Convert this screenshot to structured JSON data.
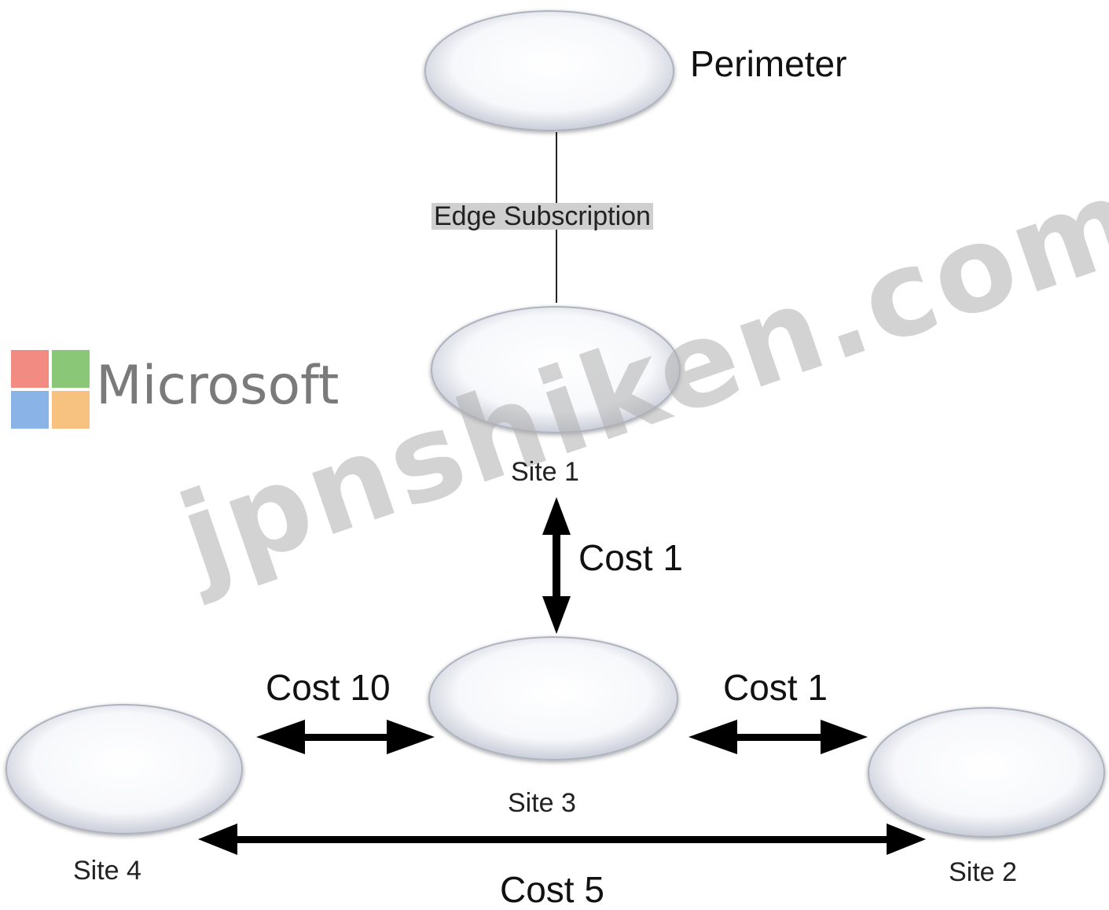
{
  "nodes": {
    "perimeter": {
      "label": "Perimeter"
    },
    "site1": {
      "label": "Site 1"
    },
    "site2": {
      "label": "Site 2"
    },
    "site3": {
      "label": "Site 3"
    },
    "site4": {
      "label": "Site 4"
    }
  },
  "links": {
    "edge_subscription": {
      "from": "perimeter",
      "to": "site1",
      "label": "Edge Subscription"
    },
    "site1_site3": {
      "from": "site1",
      "to": "site3",
      "label": "Cost 1"
    },
    "site4_site3": {
      "from": "site4",
      "to": "site3",
      "label": "Cost 10"
    },
    "site3_site2": {
      "from": "site3",
      "to": "site2",
      "label": "Cost 1"
    },
    "site4_site2": {
      "from": "site4",
      "to": "site2",
      "label": "Cost 5"
    }
  },
  "logo": {
    "text": "Microsoft",
    "colors": [
      "#f28b82",
      "#8ac776",
      "#8ab4e8",
      "#f7c17f"
    ]
  },
  "watermark": {
    "text": "jpnshiken.com"
  }
}
